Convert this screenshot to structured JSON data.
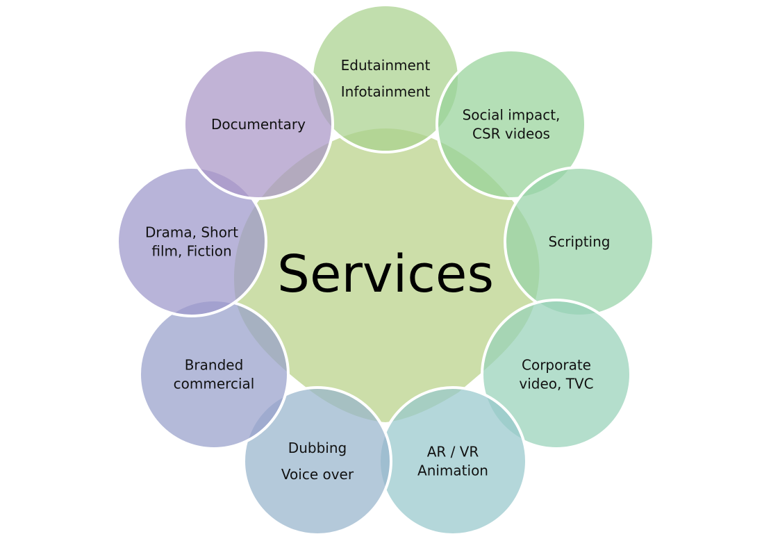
{
  "diagram": {
    "center": {
      "label": "Services",
      "color": "#c3d89a"
    },
    "nodes": [
      {
        "id": "edutainment",
        "lines": [
          "Edutainment",
          "Infotainment"
        ],
        "color": "#a9d18e"
      },
      {
        "id": "social-impact",
        "lines": [
          "Social impact,",
          "CSR videos"
        ],
        "color": "#97d29a"
      },
      {
        "id": "scripting",
        "lines": [
          "Scripting"
        ],
        "color": "#97d3a8"
      },
      {
        "id": "corporate-video",
        "lines": [
          "Corporate",
          "video, TVC"
        ],
        "color": "#97d1b8"
      },
      {
        "id": "ar-vr",
        "lines": [
          "AR / VR",
          "Animation"
        ],
        "color": "#97c8cc"
      },
      {
        "id": "dubbing",
        "lines": [
          "Dubbing",
          "Voice over"
        ],
        "color": "#97b4cc"
      },
      {
        "id": "branded-commercial",
        "lines": [
          "Branded",
          "commercial"
        ],
        "color": "#979fcb"
      },
      {
        "id": "drama",
        "lines": [
          "Drama, Short",
          "film, Fiction"
        ],
        "color": "#9c97cb"
      },
      {
        "id": "documentary",
        "lines": [
          "Documentary"
        ],
        "color": "#a996c6"
      }
    ]
  }
}
